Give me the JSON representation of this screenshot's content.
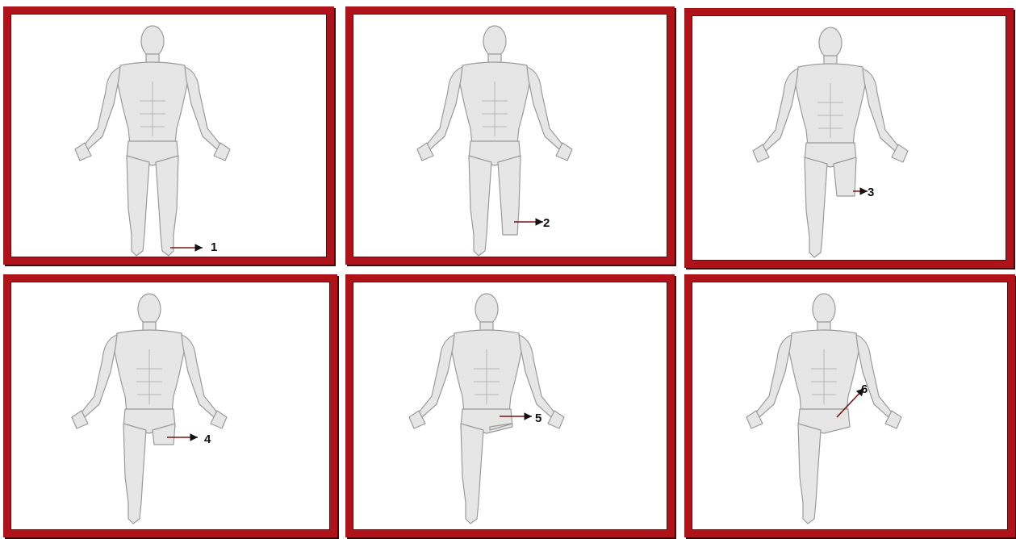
{
  "colors": {
    "frame": "#b0121a",
    "frame_dark": "#5a0a0d",
    "body_fill": "#e6e6e6",
    "body_stroke": "#9a9a9a",
    "arrow": "#7a1515"
  },
  "panels": [
    {
      "label": "1",
      "amputation": "none"
    },
    {
      "label": "2",
      "amputation": "foot"
    },
    {
      "label": "3",
      "amputation": "below-knee"
    },
    {
      "label": "4",
      "amputation": "through-knee"
    },
    {
      "label": "5",
      "amputation": "above-knee"
    },
    {
      "label": "6",
      "amputation": "hip"
    }
  ]
}
